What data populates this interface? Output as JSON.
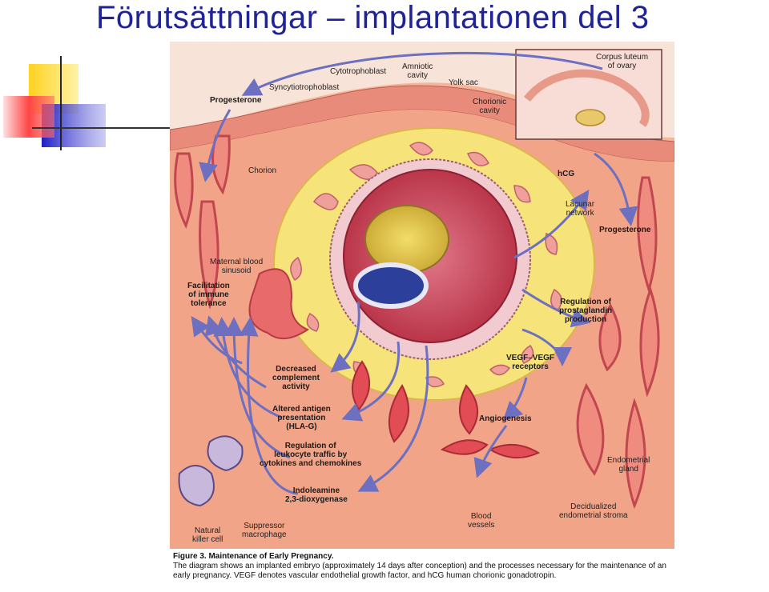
{
  "slide": {
    "title": "Förutsättningar – implantationen del 3"
  },
  "colors": {
    "title": "#1f2396",
    "tissue": "#f2a488",
    "stroma": "#f7b69a",
    "decidua_yellow": "#f6e37a",
    "cavity_red": "#c9404f",
    "yolk_sac": "#e6c84a",
    "amniotic_blue": "#2c3f9a",
    "arrow": "#6d6fc0",
    "deco_yellow": "#ffd21f",
    "deco_red": "#ff4040",
    "deco_blue": "#2222c8"
  },
  "figure": {
    "labels": {
      "cytotrophoblast": "Cytotrophoblast",
      "amniotic_cavity": "Amniotic\ncavity",
      "yolk_sac": "Yolk sac",
      "corpus_luteum": "Corpus luteum\nof ovary",
      "syncytiotrophoblast": "Syncytiotrophoblast",
      "progesterone_top": "Progesterone",
      "chorionic_cavity": "Chorionic\ncavity",
      "chorion": "Chorion",
      "hcg": "hCG",
      "lacunar_network": "Lacunar\nnetwork",
      "progesterone_right": "Progesterone",
      "maternal_blood_sinusoid": "Maternal blood\nsinusoid",
      "facilitation": "Facilitation\nof immune\ntolerance",
      "regulation_prostaglandin": "Regulation of\nprostaglandin\nproduction",
      "decreased_complement": "Decreased\ncomplement\nactivity",
      "vegf": "VEGF–VEGF\nreceptors",
      "altered_antigen": "Altered antigen\npresentation\n(HLA-G)",
      "angiogenesis": "Angiogenesis",
      "regulation_leukocyte": "Regulation of\nleukocyte traffic by\ncytokines and chemokines",
      "endometrial_gland": "Endometrial\ngland",
      "indoleamine": "Indoleamine\n2,3-dioxygenase",
      "blood_vessels": "Blood\nvessels",
      "decidualized_stroma": "Decidualized\nendometrial stroma",
      "natural_killer": "Natural\nkiller cell",
      "suppressor_macrophage": "Suppressor\nmacrophage"
    },
    "caption_title": "Figure 3. Maintenance of Early Pregnancy.",
    "caption_body": "The diagram shows an implanted embryo (approximately 14 days after conception) and the processes necessary for the maintenance of an early pregnancy. VEGF denotes vascular endothelial growth factor, and hCG human chorionic gonadotropin."
  }
}
